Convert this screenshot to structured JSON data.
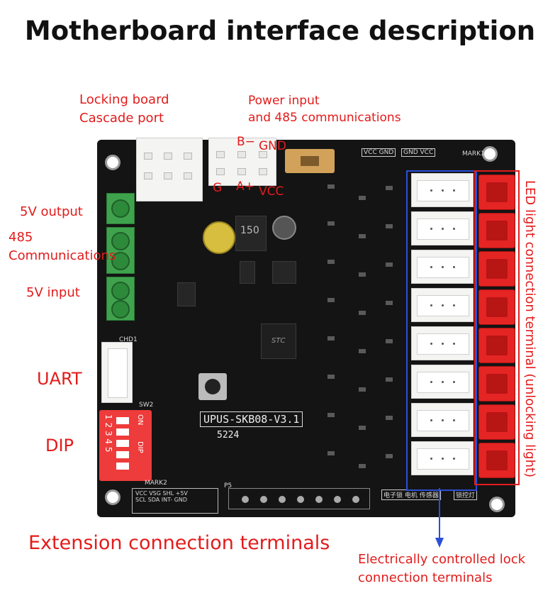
{
  "title": "Motherboard interface description",
  "labels": {
    "locking_board_line1": "Locking board",
    "locking_board_line2": "Cascade port",
    "power_line1": "Power input",
    "power_line2": "and 485 communications",
    "b_minus": "B−",
    "gnd": "GND",
    "g": "G",
    "a_plus": "A+",
    "vcc": "VCC",
    "out5v": "5V output",
    "rs485_line1": "485",
    "rs485_line2": "Communications",
    "in5v": "5V input",
    "uart": "UART",
    "dip": "DIP",
    "extension": "Extension connection terminals",
    "lock_line1": "Electrically controlled lock",
    "lock_line2": "connection terminals",
    "led_terminal": "LED light connection terminal (unlocking light)"
  },
  "board": {
    "model": "UPUS-SKB08-V3.1",
    "code": "5224",
    "chip_brand": "STC",
    "inductor_value": "150",
    "silk_vcc": "VCC",
    "silk_gnd": "GND",
    "silk_mark1": "MARK1",
    "silk_mark2": "MARK2",
    "silk_chd1": "CHD1",
    "silk_sw2": "SW2",
    "silk_p5": "P5",
    "dip_on": "ON",
    "dip_word": "DIP",
    "dip_numbers": [
      "1",
      "2",
      "3",
      "4",
      "5"
    ],
    "ext_pins": [
      "VCC",
      "VSG",
      "SHL",
      "+5V",
      "SCL",
      "SDA",
      "INT-",
      "GND"
    ],
    "bottom_silk": "电子锁 电机 传感器",
    "bottom_silk2": "锁控灯"
  },
  "colors": {
    "annotation": "#e31b1b",
    "arrow": "#2b4fd6",
    "board": "#141414",
    "terminal_green": "#3fa34d",
    "led_connector": "#e52424"
  }
}
